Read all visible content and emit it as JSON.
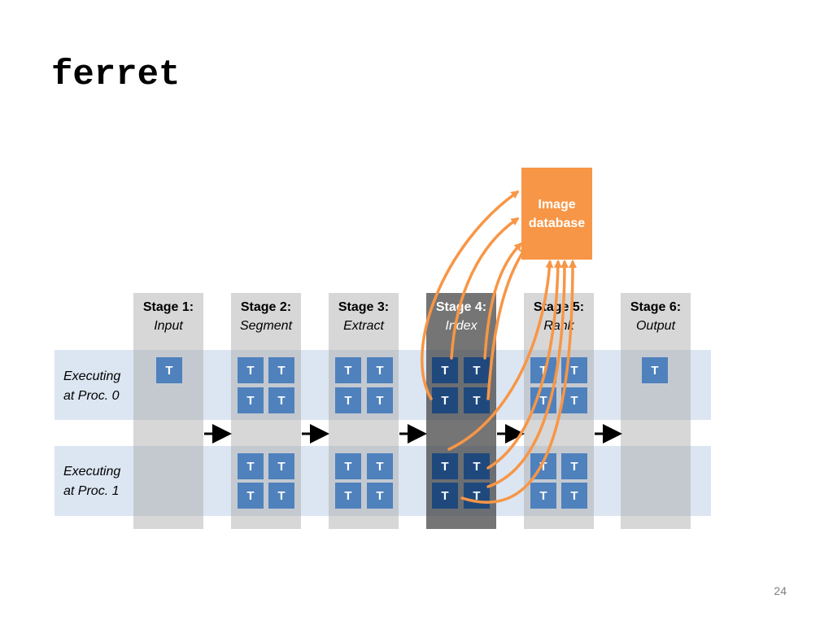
{
  "title": "ferret",
  "page_number": "24",
  "database": {
    "line1": "Image",
    "line2": "database"
  },
  "stages": [
    {
      "name": "Stage 1:",
      "sub": "Input"
    },
    {
      "name": "Stage 2:",
      "sub": "Segment"
    },
    {
      "name": "Stage 3:",
      "sub": "Extract"
    },
    {
      "name": "Stage 4:",
      "sub": "Index"
    },
    {
      "name": "Stage 5:",
      "sub": "Rank"
    },
    {
      "name": "Stage 6:",
      "sub": "Output"
    }
  ],
  "rows": [
    {
      "line1": "Executing",
      "line2": "at Proc. 0"
    },
    {
      "line1": "Executing",
      "line2": "at Proc. 1"
    }
  ],
  "task_label": "T",
  "colors": {
    "task": "#4f81bd",
    "task_active": "#1f497d",
    "database": "#f79646",
    "band": "#dce6f2",
    "arrow": "#f79646"
  }
}
